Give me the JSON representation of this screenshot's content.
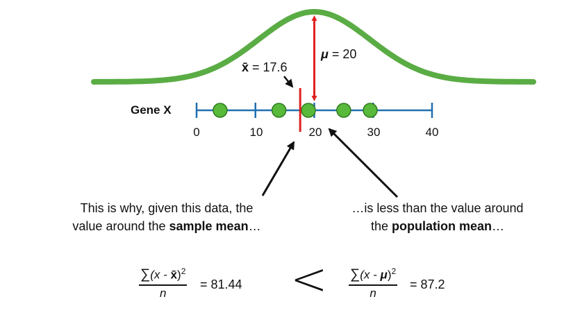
{
  "diagram": {
    "gene_label": "Gene X",
    "axis": {
      "ticks": [
        "0",
        "10",
        "20",
        "30",
        "40"
      ],
      "min": 0,
      "max": 40
    },
    "data_points": [
      4,
      14,
      19,
      25,
      29.5
    ],
    "sample_mean_label_prefix": "x̄",
    "sample_mean_label_suffix": " = 17.6",
    "sample_mean_value": 17.6,
    "population_mean_label_prefix": "μ",
    "population_mean_label_suffix": " = 20",
    "population_mean_value": 20
  },
  "captions": {
    "left_line1": "This is why, given this data, the",
    "left_line2_pre": "value around the ",
    "left_line2_bold": "sample mean",
    "left_line2_post": "…",
    "right_line1": "…is less than the value around",
    "right_line2_pre": "the ",
    "right_line2_bold": "population mean",
    "right_line2_post": "…"
  },
  "equations": {
    "left_numerator_sigma": "∑",
    "left_numerator_body": "(x - ",
    "left_numerator_var": "x̄",
    "left_numerator_tail": ")",
    "left_numerator_exp": "2",
    "left_denominator": "n",
    "left_result": "= 81.44",
    "comparison_symbol": "<",
    "right_numerator_sigma": "∑",
    "right_numerator_body": "(x - ",
    "right_numerator_var": "μ",
    "right_numerator_tail": ")",
    "right_numerator_exp": "2",
    "right_denominator": "n",
    "right_result": "= 87.2"
  },
  "colors": {
    "curve": "#5aac44",
    "axis": "#1f6fb0",
    "point_fill": "#58b93a",
    "sample_mean_line": "#e02020",
    "population_arrow": "#e02020",
    "annotation_arrow": "#111111"
  }
}
